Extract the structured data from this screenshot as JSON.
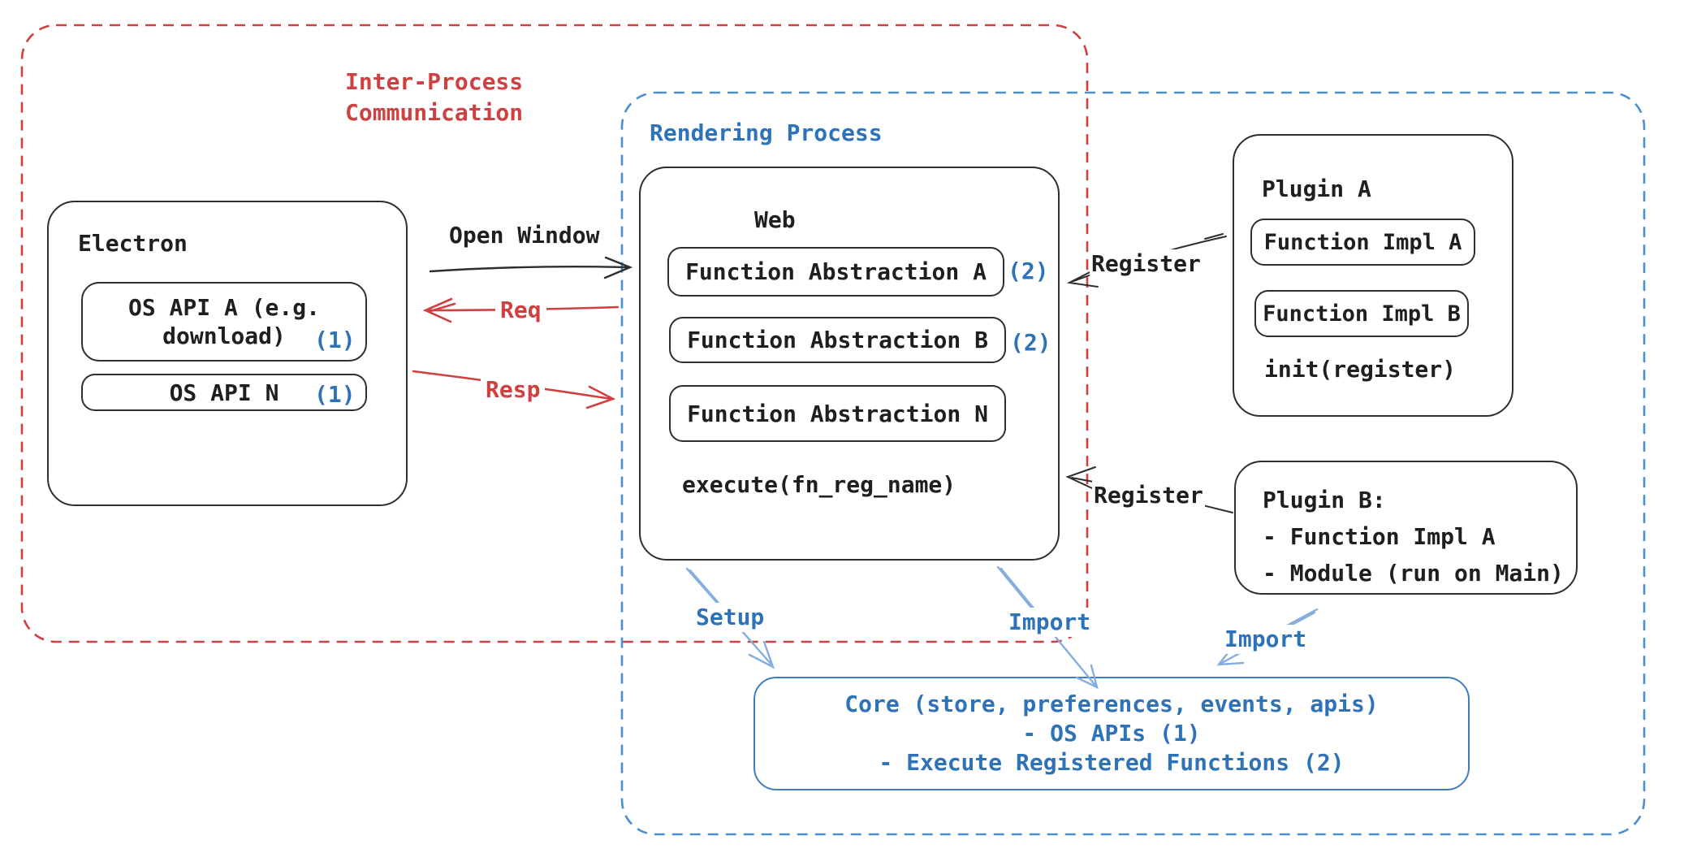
{
  "titles": {
    "ipc_line1": "Inter-Process",
    "ipc_line2": "Communication",
    "rendering": "Rendering Process"
  },
  "electron": {
    "title": "Electron",
    "api_a_line1": "OS API A (e.g.",
    "api_a_line2": "download)",
    "api_a_badge": "(1)",
    "api_n_label": "OS API N",
    "api_n_badge": "(1)"
  },
  "web": {
    "title": "Web",
    "abstraction_a": "Function Abstraction A",
    "abstraction_a_badge": "(2)",
    "abstraction_b": "Function Abstraction B",
    "abstraction_b_badge": "(2)",
    "abstraction_n": "Function Abstraction N",
    "execute_label": "execute(fn_reg_name)"
  },
  "plugin_a": {
    "title": "Plugin A",
    "impl_a": "Function Impl A",
    "impl_b": "Function Impl B",
    "init_label": "init(register)"
  },
  "plugin_b": {
    "title": "Plugin B:",
    "item_1": "- Function Impl A",
    "item_2": "- Module (run on Main)"
  },
  "core": {
    "line1": "Core (store, preferences, events, apis)",
    "line2": "- OS APIs (1)",
    "line3": "- Execute Registered Functions (2)"
  },
  "arrows": {
    "open_window": "Open Window",
    "req": "Req",
    "resp": "Resp",
    "register_top": "Register",
    "register_bottom": "Register",
    "setup": "Setup",
    "import_mid": "Import",
    "import_right": "Import"
  },
  "colors": {
    "red": "#cf4040",
    "ink": "#1f1f1f",
    "blue_text": "#2e72b8",
    "blue_dashed_border": "#4a8fd2",
    "blue_arrow": "#84aede",
    "core_border": "#3f7cc2"
  }
}
